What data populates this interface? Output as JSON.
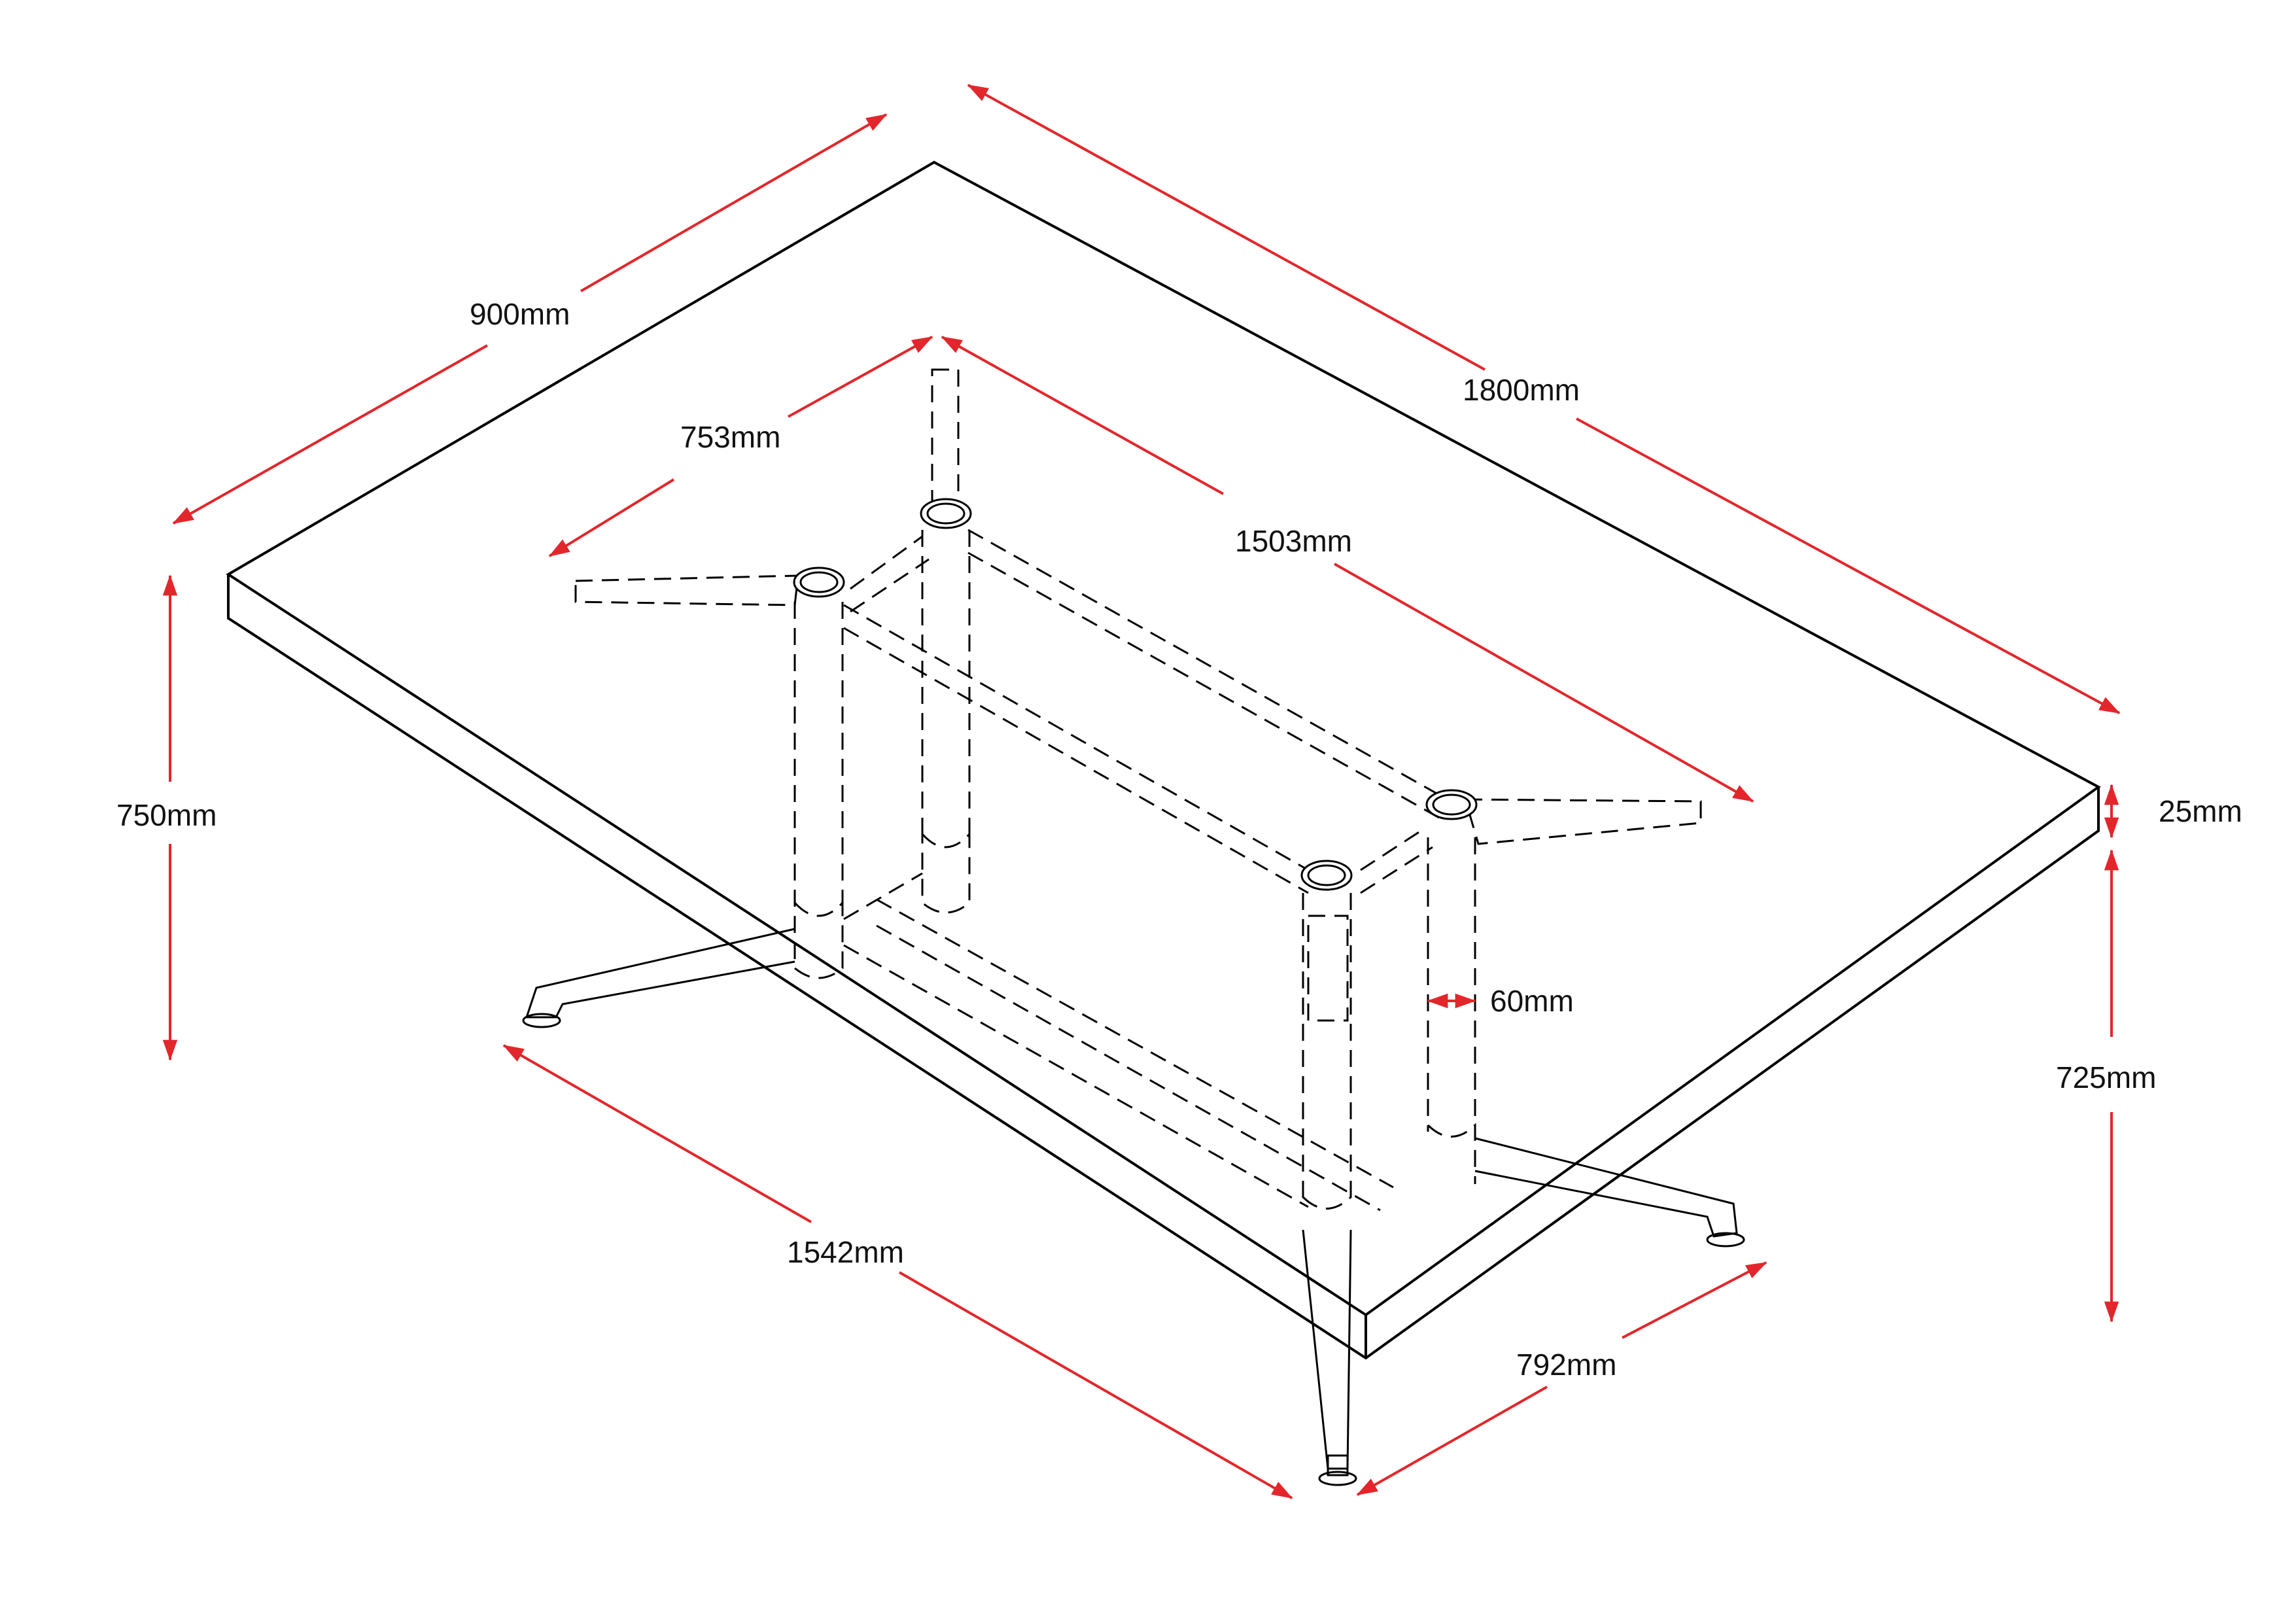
{
  "colors": {
    "dimension": "#e3262b",
    "outline": "#000000",
    "background": "#ffffff"
  },
  "dimensions": {
    "top_depth": "900mm",
    "top_length": "1800mm",
    "frame_depth": "753mm",
    "frame_length": "1503mm",
    "overall_height": "750mm",
    "top_thickness": "25mm",
    "leg_height": "725mm",
    "tube_diameter": "60mm",
    "base_length": "1542mm",
    "base_depth": "792mm"
  }
}
